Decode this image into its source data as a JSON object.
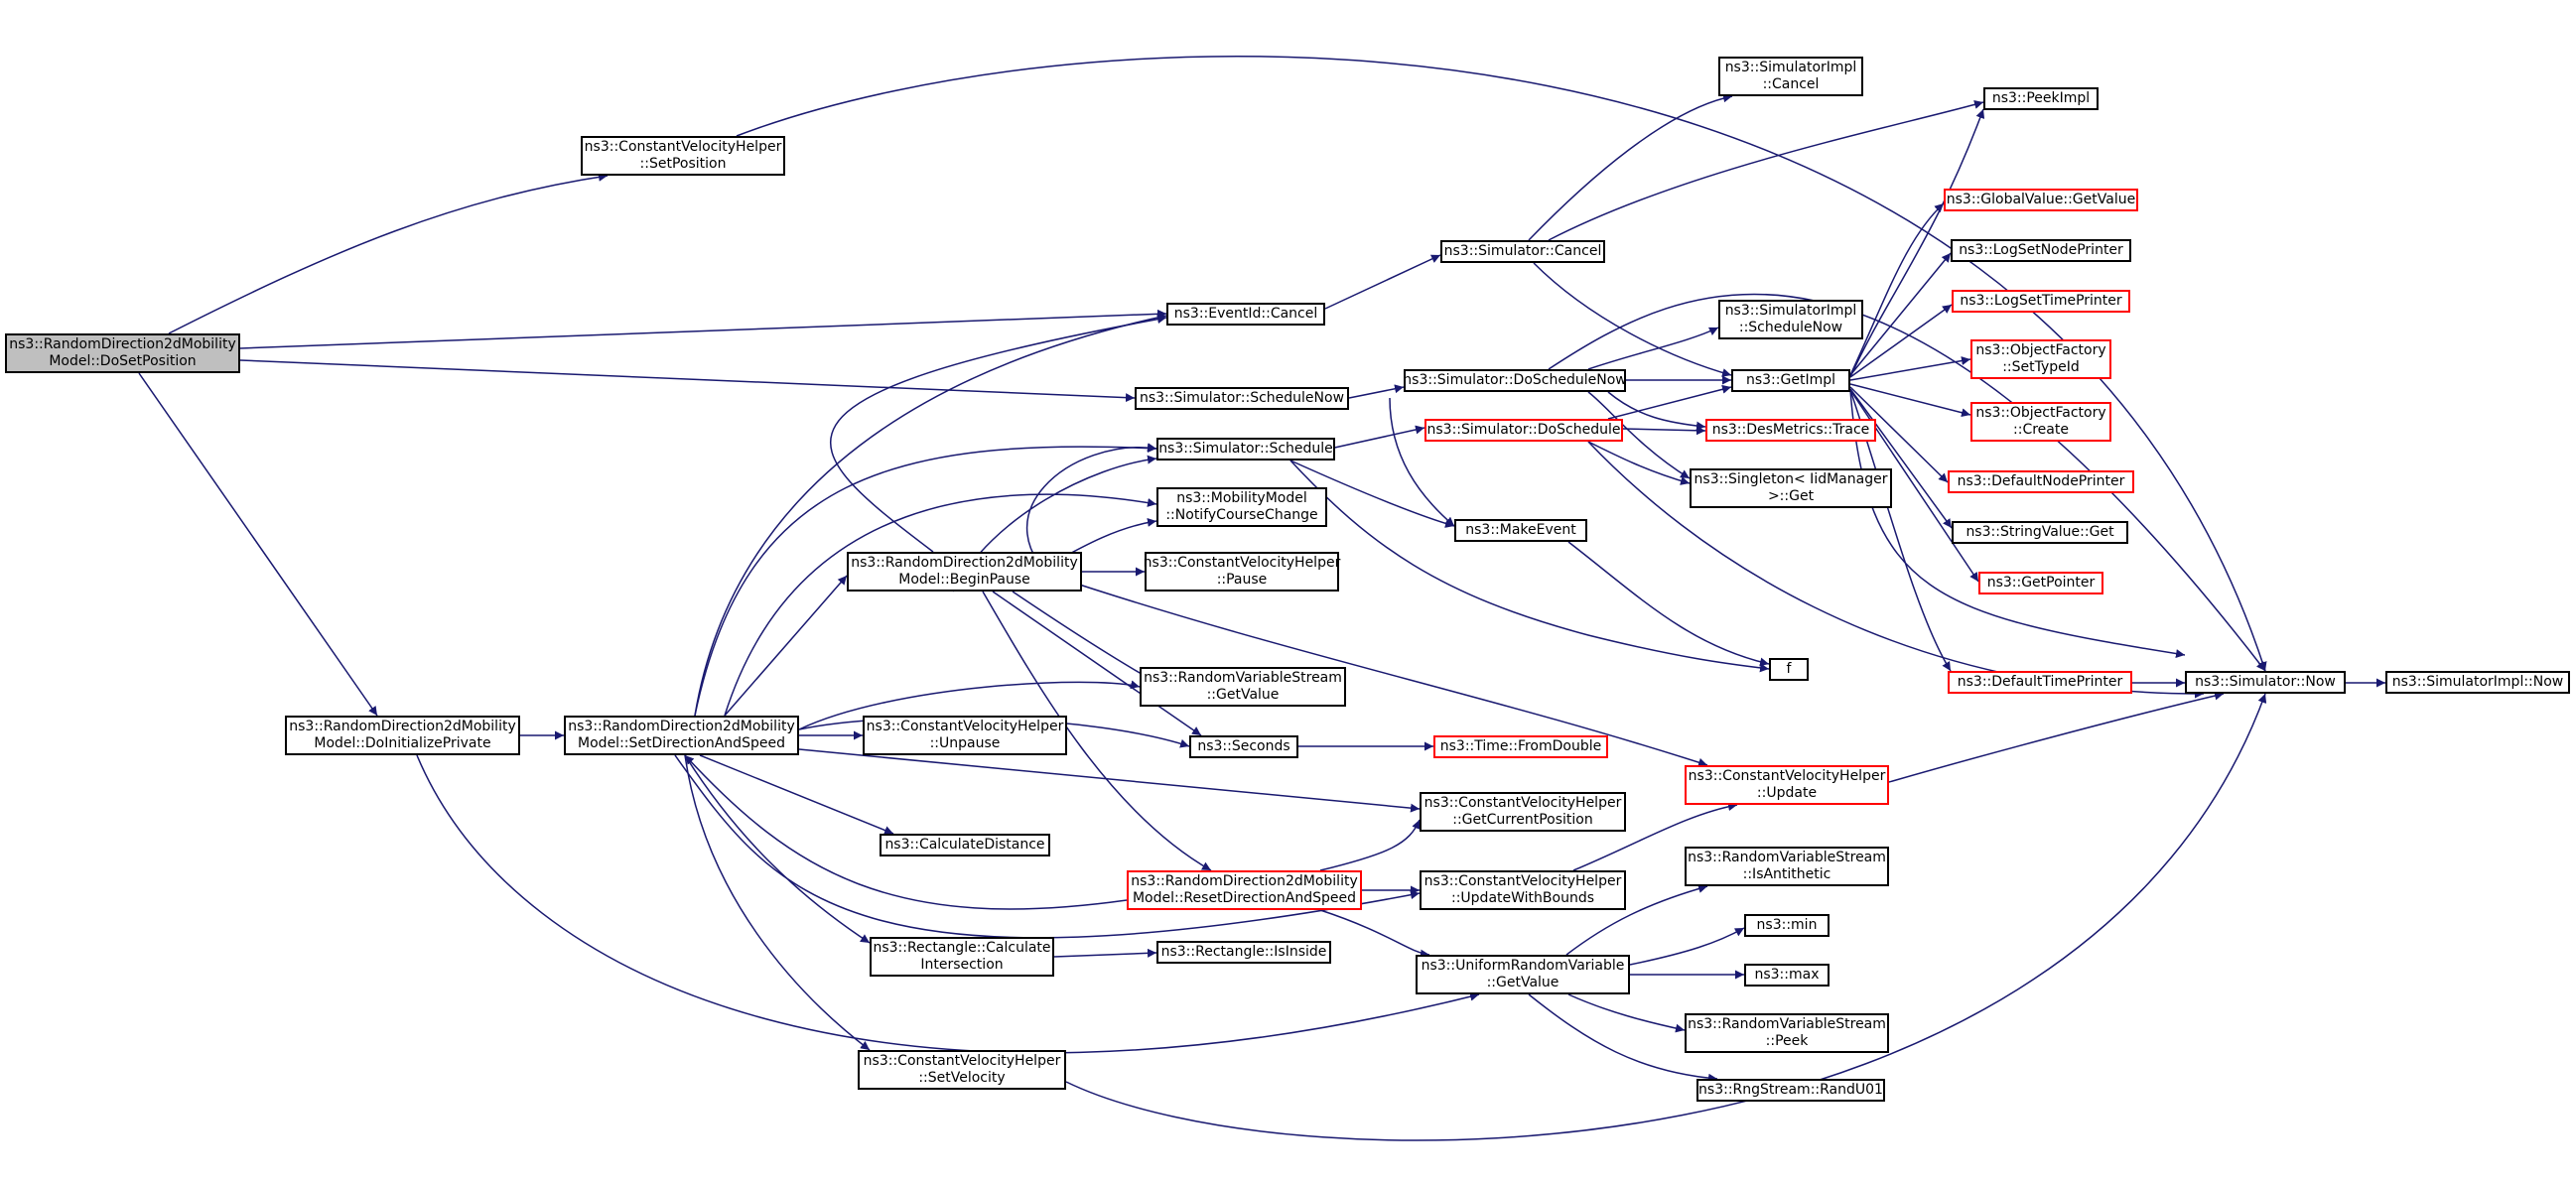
{
  "colors": {
    "edge": "#191970",
    "border": "#000000",
    "incomplete_border": "#ff0000",
    "root_fill": "#bfbfbf"
  },
  "nodes": {
    "root": [
      "ns3::RandomDirection2dMobility",
      "Model::DoSetPosition"
    ],
    "cvh_setposition": [
      "ns3::ConstantVelocityHelper",
      "::SetPosition"
    ],
    "eventid_cancel": [
      "ns3::EventId::Cancel"
    ],
    "sim_cancel": [
      "ns3::Simulator::Cancel"
    ],
    "simimpl_cancel": [
      "ns3::SimulatorImpl",
      "::Cancel"
    ],
    "peekimpl": [
      "ns3::PeekImpl"
    ],
    "globalvalue_getvalue": [
      "ns3::GlobalValue::GetValue"
    ],
    "logsetnodeprinter": [
      "ns3::LogSetNodePrinter"
    ],
    "logsettimeprinter": [
      "ns3::LogSetTimePrinter"
    ],
    "simimpl_schedulenow": [
      "ns3::SimulatorImpl",
      "::ScheduleNow"
    ],
    "getimpl": [
      "ns3::GetImpl"
    ],
    "objectfactory_settypeid": [
      "ns3::ObjectFactory",
      "::SetTypeId"
    ],
    "objectfactory_create": [
      "ns3::ObjectFactory",
      "::Create"
    ],
    "sim_schedulenow": [
      "ns3::Simulator::ScheduleNow"
    ],
    "sim_doschedulenow": [
      "ns3::Simulator::DoScheduleNow"
    ],
    "desmetrics_trace": [
      "ns3::DesMetrics::Trace"
    ],
    "sim_schedule": [
      "ns3::Simulator::Schedule"
    ],
    "sim_doschedule": [
      "ns3::Simulator::DoSchedule"
    ],
    "singleton_get": [
      "ns3::Singleton< IidManager",
      " >::Get"
    ],
    "defaultnodeprinter": [
      "ns3::DefaultNodePrinter"
    ],
    "mobility_notify": [
      "ns3::MobilityModel",
      "::NotifyCourseChange"
    ],
    "makeevent": [
      "ns3::MakeEvent"
    ],
    "stringvalue_get": [
      "ns3::StringValue::Get"
    ],
    "beginpause": [
      "ns3::RandomDirection2dMobility",
      "Model::BeginPause"
    ],
    "cvh_pause": [
      "ns3::ConstantVelocityHelper",
      "::Pause"
    ],
    "getpointer": [
      "ns3::GetPointer"
    ],
    "rvs_getvalue": [
      "ns3::RandomVariableStream",
      "::GetValue"
    ],
    "f": [
      "f"
    ],
    "defaulttimeprinter": [
      "ns3::DefaultTimePrinter"
    ],
    "sim_now": [
      "ns3::Simulator::Now"
    ],
    "simimpl_now": [
      "ns3::SimulatorImpl::Now"
    ],
    "doinitializeprivate": [
      "ns3::RandomDirection2dMobility",
      "Model::DoInitializePrivate"
    ],
    "setdirectionandspeed": [
      "ns3::RandomDirection2dMobility",
      "Model::SetDirectionAndSpeed"
    ],
    "cvh_unpause": [
      "ns3::ConstantVelocityHelper",
      "::Unpause"
    ],
    "seconds": [
      "ns3::Seconds"
    ],
    "time_fromdouble": [
      "ns3::Time::FromDouble"
    ],
    "cvh_update": [
      "ns3::ConstantVelocityHelper",
      "::Update"
    ],
    "cvh_getcurrentposition": [
      "ns3::ConstantVelocityHelper",
      "::GetCurrentPosition"
    ],
    "calculatedistance": [
      "ns3::CalculateDistance"
    ],
    "rvs_isantithetic": [
      "ns3::RandomVariableStream",
      "::IsAntithetic"
    ],
    "resetdirectionandspeed": [
      "ns3::RandomDirection2dMobility",
      "Model::ResetDirectionAndSpeed"
    ],
    "cvh_updatewithbounds": [
      "ns3::ConstantVelocityHelper",
      "::UpdateWithBounds"
    ],
    "min": [
      "ns3::min"
    ],
    "rect_calcintersection": [
      "ns3::Rectangle::Calculate",
      "Intersection"
    ],
    "rect_isinside": [
      "ns3::Rectangle::IsInside"
    ],
    "urv_getvalue": [
      "ns3::UniformRandomVariable",
      "::GetValue"
    ],
    "max": [
      "ns3::max"
    ],
    "rvs_peek": [
      "ns3::RandomVariableStream",
      "::Peek"
    ],
    "cvh_setvelocity": [
      "ns3::ConstantVelocityHelper",
      "::SetVelocity"
    ],
    "rngstream_randu01": [
      "ns3::RngStream::RandU01"
    ]
  }
}
